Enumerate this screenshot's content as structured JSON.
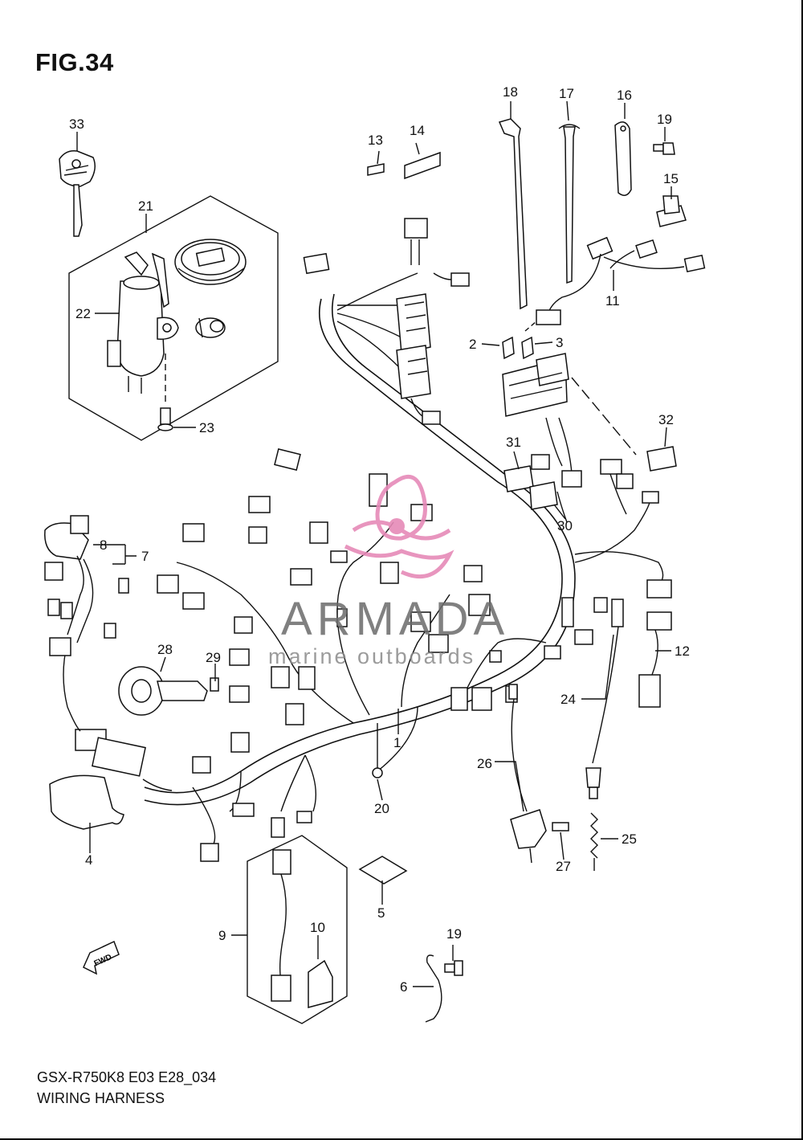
{
  "figure": {
    "title": "FIG.34",
    "code": "GSX-R750K8 E03 E28_034",
    "name": "WIRING HARNESS"
  },
  "watermark": {
    "brand": "ARMADA",
    "tagline": "marine outboards",
    "logo_color": "#e68ab8"
  },
  "fwd_badge": "FWD",
  "callouts": [
    "1",
    "2",
    "3",
    "4",
    "5",
    "6",
    "7",
    "8",
    "9",
    "10",
    "11",
    "12",
    "13",
    "14",
    "15",
    "16",
    "17",
    "18",
    "19",
    "19",
    "20",
    "21",
    "22",
    "23",
    "24",
    "25",
    "26",
    "27",
    "28",
    "29",
    "30",
    "31",
    "32",
    "33"
  ]
}
